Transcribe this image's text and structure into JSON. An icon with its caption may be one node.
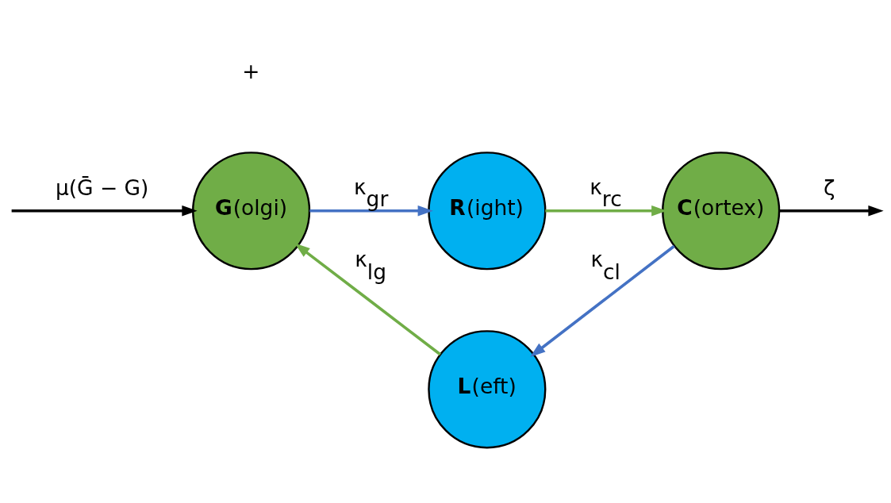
{
  "diagram": {
    "nodes": [
      {
        "text": [
          "**R**(ight)"
        ]
      },
      {
        "text": [
          "**G**(olgi)"
        ]
      },
      {
        "text": [
          "**C**(ortex)"
        ]
      },
      {
        "text": [
          "**L**(eft)"
        ]
      }
    ],
    "edges": [
      {
        "from": 1,
        "to": 0,
        "arrow": "to",
        "label": "κ$_{gr}$",
        "color": "#4472c4"
      },
      {
        "from": 0,
        "to": 2,
        "arrow": "to",
        "label": "κ$_{rc}$",
        "color": "#70ad47"
      },
      {
        "from": 2,
        "to": 3,
        "arrow": "to",
        "label": "κ$_{cl}$",
        "color": "#4472c4"
      },
      {
        "from": 3,
        "to": 1,
        "arrow": "to",
        "label": "κ$_{lg}$",
        "color": "#70ad47"
      },
      {
        "from": null,
        "to": 1,
        "arrow": "to",
        "label": "μ(Ḡ − G)",
        "color": "#000000"
      },
      {
        "from": 2,
        "to": null,
        "arrow": "to",
        "label": "ζ",
        "color": "#000000"
      }
    ],
    "labels": [
      "+"
    ]
  }
}
